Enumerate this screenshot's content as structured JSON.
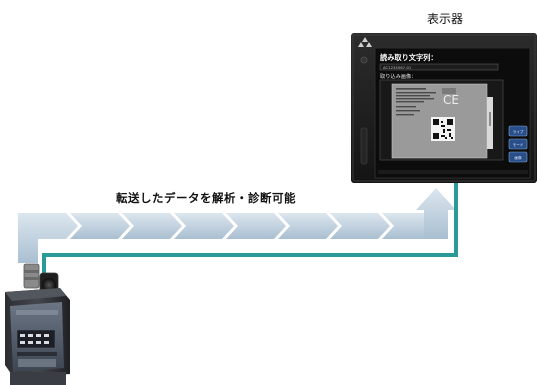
{
  "display_title": "表示器",
  "flow_caption": "転送したデータを解析・診断可能",
  "screen": {
    "heading": "読み取り文字列：",
    "field_value": "AC1234567-01",
    "image_label": "取り込み画像：",
    "buttons": [
      "ライブ",
      "モード",
      "画像"
    ]
  },
  "colors": {
    "arrow": "#b4c8d8",
    "cable": "#2a9a98",
    "bezel": "#1d1d1d"
  }
}
